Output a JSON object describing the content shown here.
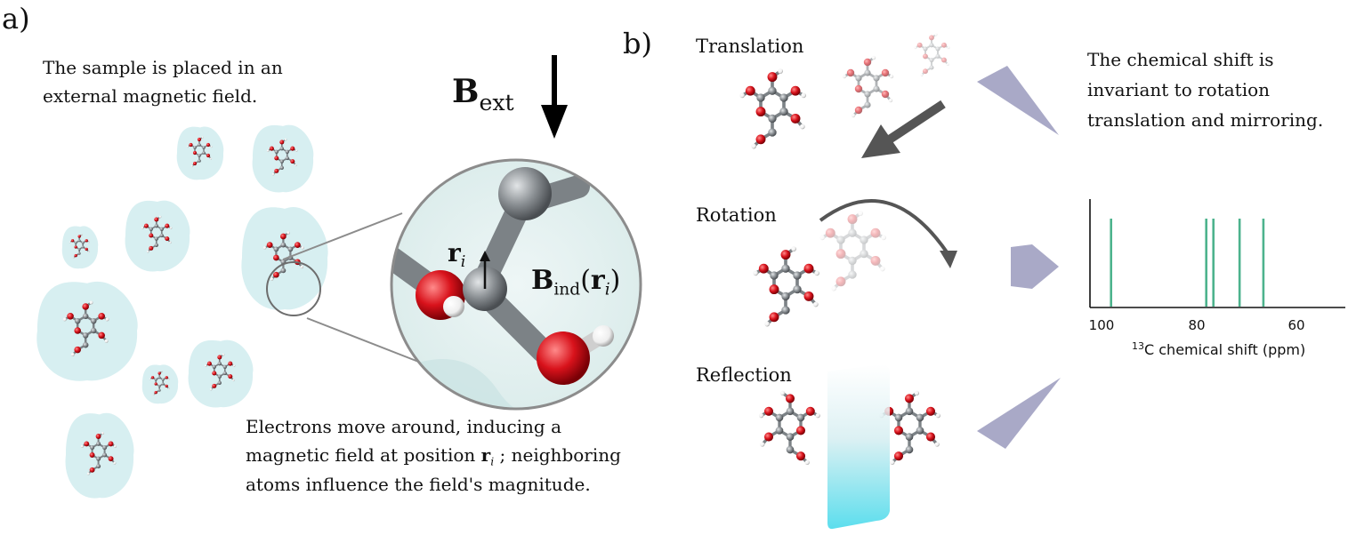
{
  "panel_a": {
    "label": "a)",
    "intro_line1": "The sample is placed in an",
    "intro_line2": "external magnetic field.",
    "field_symbol": "B",
    "field_subscript": "ext",
    "position_symbol": "r",
    "position_subscript": "i",
    "induced_symbol": "B",
    "induced_subscript": "ind",
    "induced_arg_open": "(",
    "induced_arg_symbol": "r",
    "induced_arg_subscript": "i",
    "induced_arg_close": ")",
    "caption_line1": "Electrons move around, inducing a",
    "caption_line2_pre": "magnetic field at position",
    "caption_line2_symbol": "r",
    "caption_line2_subscript": "i",
    "caption_line2_post": "; neighboring",
    "caption_line3": "atoms influence the field's magnitude."
  },
  "panel_b": {
    "label": "b)",
    "translation_label": "Translation",
    "rotation_label": "Rotation",
    "reflection_label": "Reflection",
    "summary_line1": "The chemical shift is",
    "summary_line2": "invariant to rotation",
    "summary_line3": "translation and mirroring.",
    "spectrum": {
      "tick_100": "100",
      "tick_80": "80",
      "tick_60": "60",
      "xlabel_sup": "13",
      "xlabel_text": "C chemical shift (ppm)"
    }
  },
  "colors": {
    "oxygen": "#d8121b",
    "carbon": "#8a8f93",
    "hydrogen": "#f2f2f2",
    "halo": "#c9e9ec",
    "peak": "#4db38d",
    "arrow_big": "#a9a9c7",
    "arrow_dark": "#555555"
  },
  "chart_data": {
    "type": "bar",
    "xlabel": "13C chemical shift (ppm)",
    "xticks": [
      100,
      80,
      60
    ],
    "xlim": [
      100,
      50
    ],
    "peaks_ppm": [
      98,
      78,
      76.5,
      71,
      66
    ],
    "color": "#4db38d"
  }
}
